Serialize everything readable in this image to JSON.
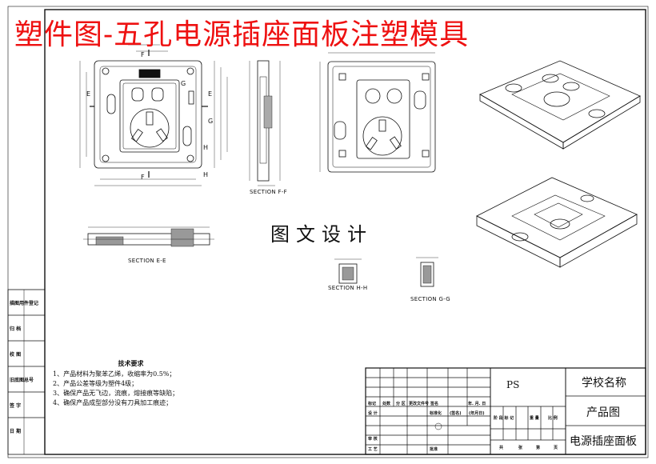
{
  "banner_title": "塑件图-五孔电源插座面板注塑模具",
  "center_text": "图文设计",
  "sections": {
    "ff": "SECTION F-F",
    "ee": "SECTION E-E",
    "hh": "SECTION H-H",
    "gg": "SECTION G-G"
  },
  "view_letters": {
    "e_left": "E",
    "e_right": "E",
    "f_top": "F",
    "f_bottom": "F",
    "g_top": "G",
    "g_right": "G",
    "h_right": "H",
    "h_bottom": "H"
  },
  "sidebar_labels": [
    "描图用件登记",
    "归 档",
    "校 图",
    "旧底图总号",
    "签 字",
    "日 期"
  ],
  "tech_notes": {
    "title": "技术要求",
    "items": [
      "1、产品材料为聚苯乙烯，收缩率为0.5%；",
      "2、产品公差等级为塑件4级；",
      "3、确保产品无飞边，流痕，熔接痕等缺陷；",
      "4、确保产品成型部分没有刀具加工痕迹；"
    ]
  },
  "title_block": {
    "material": "PS",
    "school": "学校名称",
    "drawing_type": "产品图",
    "part_name": "电源插座面板",
    "row_marks": [
      "标记",
      "处数",
      "分 区",
      "更改文件号",
      "签名",
      "年. 月. 日"
    ],
    "row_design": [
      "设 计",
      "标准化",
      "(签名)",
      "(年月日)"
    ],
    "stage_cols": [
      "阶 段 标 记",
      "重 量",
      "比 例"
    ],
    "row_audit": "审 核",
    "row_process": [
      "工 艺",
      "批准"
    ],
    "sheets": [
      "共",
      "张",
      "第",
      "页"
    ]
  }
}
